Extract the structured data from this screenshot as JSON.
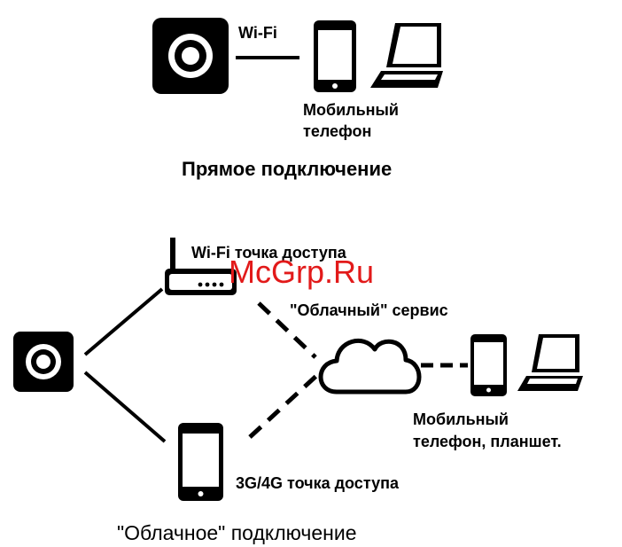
{
  "top": {
    "link_label": "Wi-Fi",
    "device_caption_line1": "Мобильный",
    "device_caption_line2": "телефон",
    "title": "Прямое подключение"
  },
  "bottom": {
    "router_label": "Wi-Fi точка доступа",
    "cloud_label": "\"Облачный\" сервис",
    "mobile_ap_label": "3G/4G точка доступа",
    "devices_caption_line1": "Мобильный",
    "devices_caption_line2": "телефон, планшет.",
    "title": "\"Облачное\" подключение"
  },
  "watermark": "McGrp.Ru",
  "icons": [
    "camera-icon",
    "smartphone-icon",
    "laptop-icon",
    "router-icon",
    "cloud-icon"
  ],
  "colors": {
    "ink": "#000000",
    "watermark": "#e21a1a",
    "background": "#ffffff"
  }
}
